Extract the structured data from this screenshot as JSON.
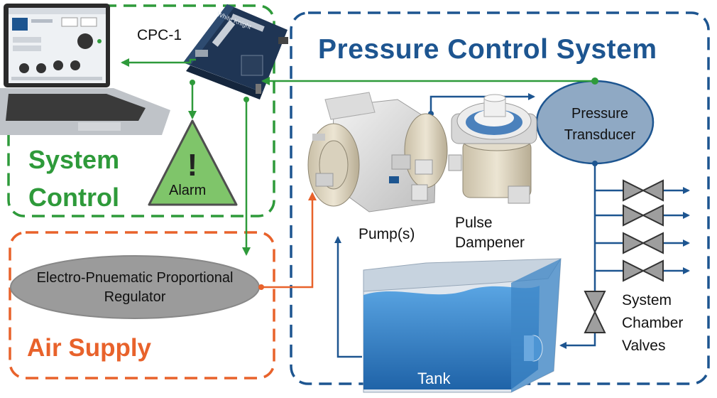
{
  "colors": {
    "pressure_system": "#1d5590",
    "system_control": "#2e9a3a",
    "air_supply": "#e8622b",
    "ellipse_fill": "#8fa9c4",
    "regulator_fill": "#9b9b9b",
    "tank_water": "#2d7fc8",
    "alarm_fill": "#7fc56a"
  },
  "sections": {
    "pressure_control_system": "Pressure Control System",
    "system_control": "System Control",
    "air_supply": "Air Supply"
  },
  "labels": {
    "cpc": "CPC-1",
    "alarm": "Alarm",
    "alarm_symbol": "!",
    "regulator": "Electro-Pnuematic Proportional Regulator",
    "transducer": "Pressure Transducer",
    "pump": "Pump(s)",
    "dampener": "Pulse Dampener",
    "tank": "Tank",
    "valves": "System Chamber Valves",
    "controller_brand": "White Knight"
  },
  "icons": {
    "laptop": "laptop-icon",
    "controller": "controller-board-icon",
    "alarm": "alarm-warning-icon",
    "pump": "pump-icon",
    "dampener": "pulse-dampener-icon",
    "valve": "valve-icon",
    "tank": "tank-icon"
  }
}
